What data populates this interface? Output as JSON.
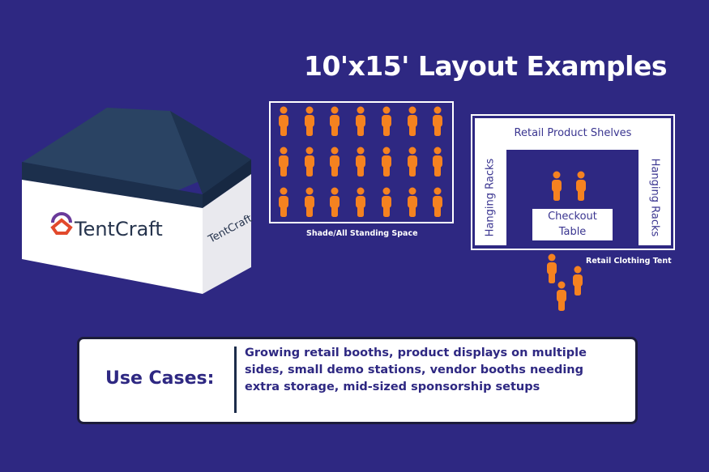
{
  "title": "10'x15' Layout Examples",
  "tent": {
    "brand_logo_text": "TentCraft"
  },
  "layout_standing": {
    "caption": "Shade/All Standing Space",
    "rows": 3,
    "columns": 7
  },
  "layout_retail": {
    "caption": "Retail Clothing Tent",
    "top_label": "Retail Product Shelves",
    "left_label": "Hanging Racks",
    "right_label": "Hanging Racks",
    "table_label_line1": "Checkout",
    "table_label_line2": "Table"
  },
  "use_cases": {
    "heading": "Use Cases:",
    "text": "Growing retail booths, product displays on multiple sides, small demo stations, vendor booths needing extra storage, mid-sized sponsorship setups"
  },
  "colors": {
    "background": "#2e2882",
    "person": "#f58220",
    "canopy": "#22385a"
  }
}
